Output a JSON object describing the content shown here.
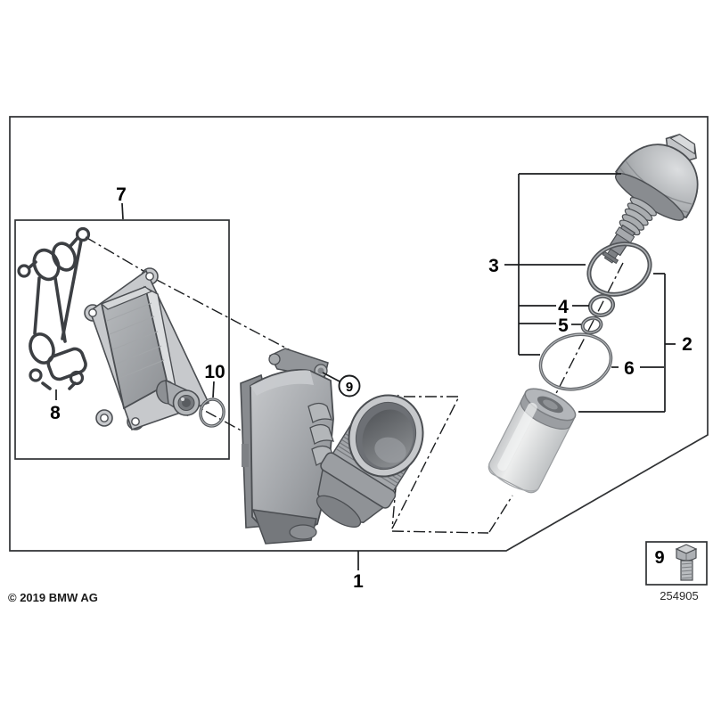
{
  "page": {
    "background": "#ffffff",
    "footer": {
      "copyright": "© 2019 BMW AG",
      "diagram_code": "254905"
    },
    "callouts": {
      "n1": "1",
      "n2": "2",
      "n3": "3",
      "n4": "4",
      "n5": "5",
      "n6": "6",
      "n7": "7",
      "n8": "8",
      "n9_circled": "9",
      "n10": "10"
    },
    "inset": {
      "label": "9",
      "icon": "hex-bolt-icon"
    },
    "colors": {
      "line": "#1b1d1f",
      "frame": "#303234",
      "metal_light": "#d6d8da",
      "metal_mid": "#a3a6aa",
      "metal_dark": "#7c7f84"
    }
  }
}
